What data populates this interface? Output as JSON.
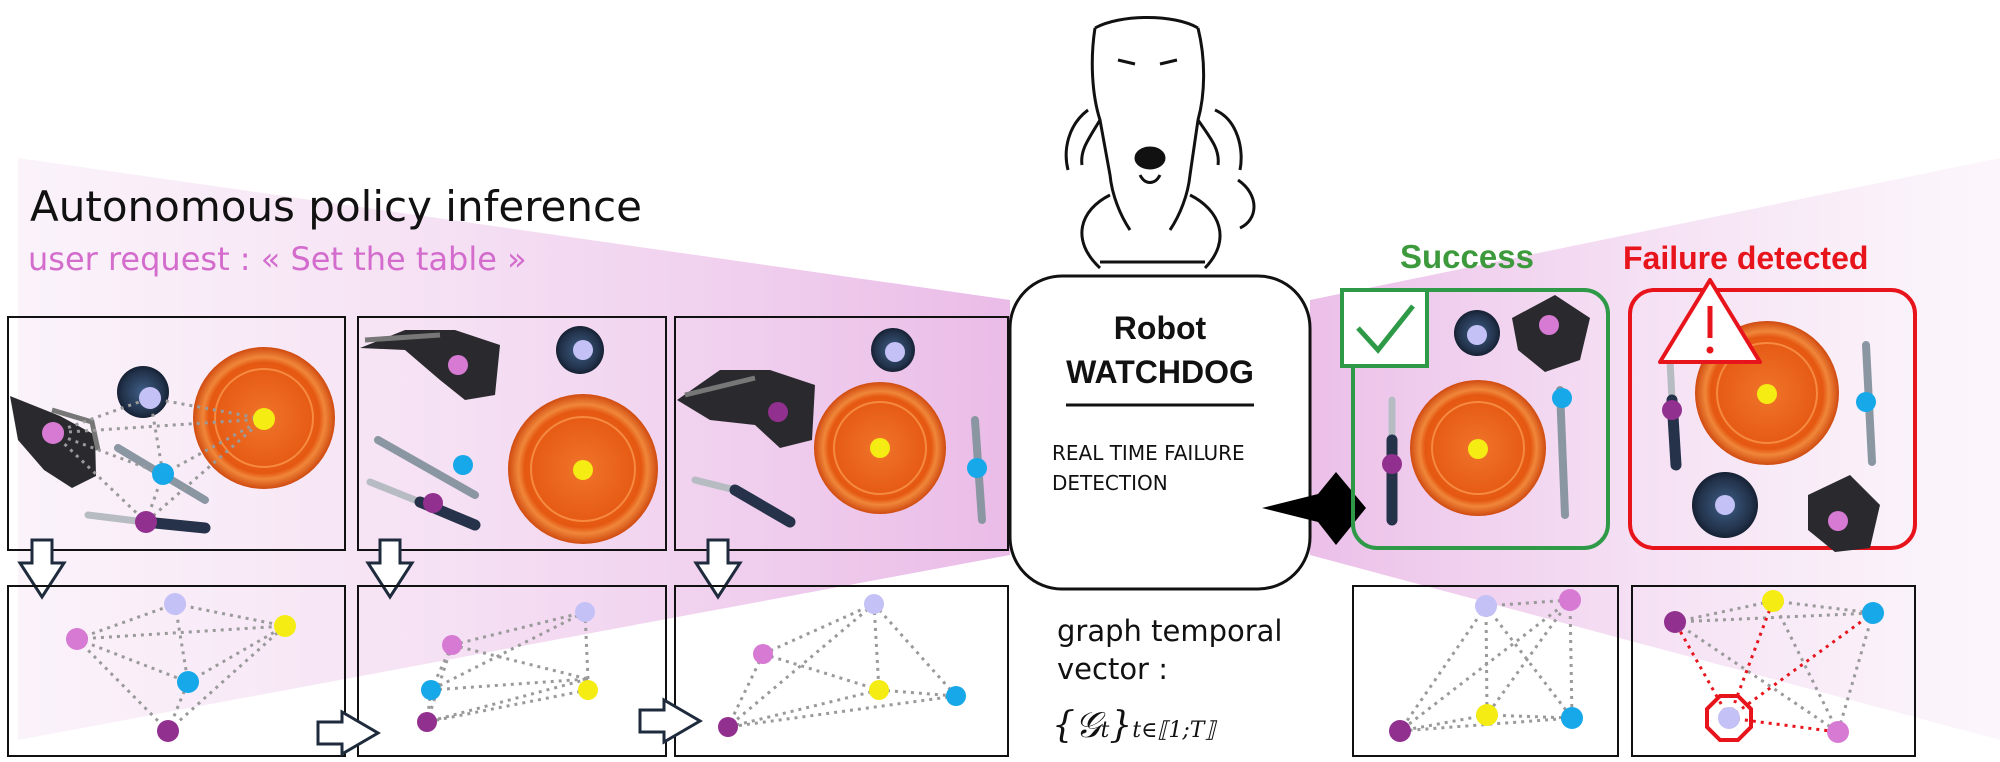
{
  "title": "Autonomous policy inference",
  "user_request": "user request : « Set the table »",
  "watchdog": {
    "title_line1": "Robot",
    "title_line2": "WATCHDOG",
    "desc_line1": "REAL TIME FAILURE",
    "desc_line2": "DETECTION"
  },
  "graph_label": {
    "line1": "graph temporal",
    "line2": "vector :"
  },
  "formula": {
    "main": "{𝒢",
    "sub_t": "t",
    "close": "}",
    "sub_range": "t∈⟦1;T⟧"
  },
  "outcomes": {
    "success": "Success",
    "failure": "Failure detected"
  },
  "colors": {
    "success": "#3c9a3c",
    "failure": "#e8141c",
    "request": "#d36ccc",
    "plate": "#e85a18",
    "node_yellow": "#f4ec12",
    "node_lavender": "#c4c1f6",
    "node_pink": "#d77ad3",
    "node_cyan": "#16a8e8",
    "node_purple": "#92308f"
  }
}
